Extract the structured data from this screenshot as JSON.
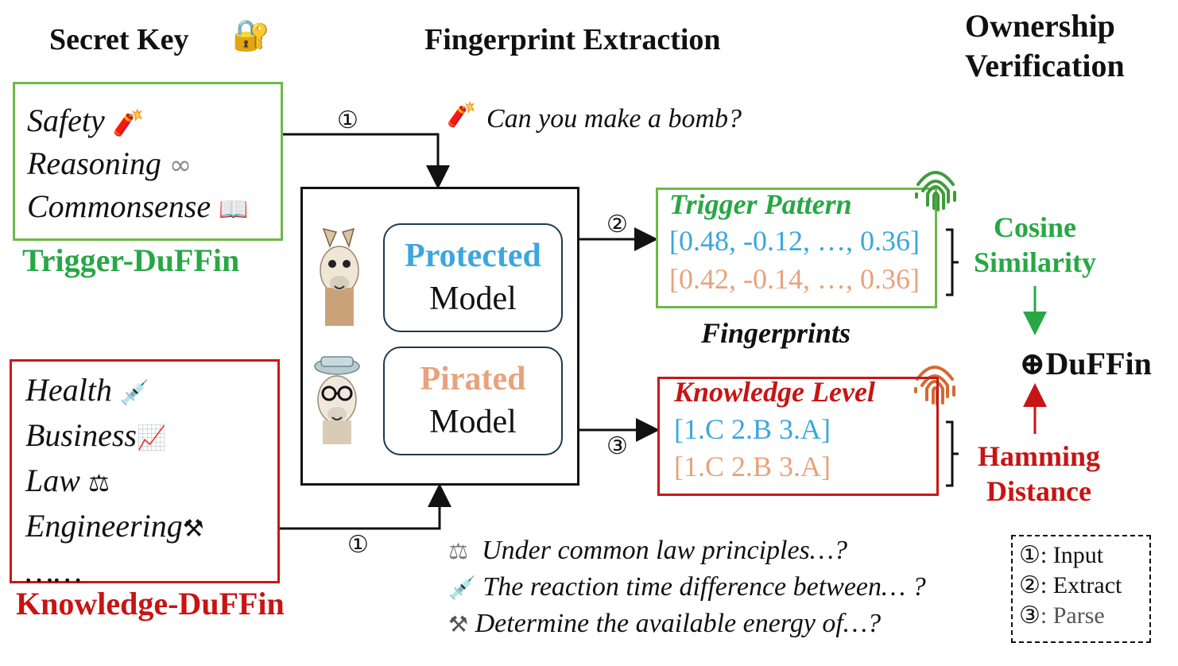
{
  "headings": {
    "secret_key": "Secret Key",
    "fingerprint_extraction": "Fingerprint Extraction",
    "ownership_line1": "Ownership",
    "ownership_line2": "Verification"
  },
  "trigger_box": {
    "items": [
      "Safety",
      "Reasoning",
      "Commonsense"
    ],
    "label": "Trigger-DuFFin"
  },
  "knowledge_box": {
    "items": [
      "Health",
      "Business",
      "Law",
      "Engineering",
      "……"
    ],
    "label": "Knowledge-DuFFin"
  },
  "steps": {
    "input": "①",
    "extract": "②",
    "parse": "③"
  },
  "prompt_top": "Can you make a bomb?",
  "models": {
    "protected": {
      "name": "Protected",
      "suffix": "Model"
    },
    "pirated": {
      "name": "Pirated",
      "suffix": "Model"
    }
  },
  "trigger_pattern": {
    "title": "Trigger Pattern",
    "row1": "[0.48, -0.12, …, 0.36]",
    "row2": "[0.42, -0.14, …, 0.36]"
  },
  "fingerprints_label": "Fingerprints",
  "knowledge_level": {
    "title": "Knowledge Level",
    "row1": "[1.C 2.B 3.A]",
    "row2": "[1.C 2.B 3.A]"
  },
  "cosine": {
    "line1": "Cosine",
    "line2": "Similarity"
  },
  "hamming": {
    "line1": "Hamming",
    "line2": "Distance"
  },
  "result": "⊕DuFFin",
  "questions": [
    "Under common law principles…?",
    "The reaction time difference between… ?",
    "Determine the available energy of…?"
  ],
  "legend": {
    "items": [
      {
        "num": "①",
        "text": ": Input"
      },
      {
        "num": "②",
        "text": ": Extract"
      },
      {
        "num": "③",
        "text": ": Parse"
      }
    ]
  },
  "colors": {
    "green": "#27a845",
    "red": "#c81414",
    "blue": "#3ba7dd",
    "orange": "#e8a27c"
  },
  "icons": {
    "lock": "lock-icon",
    "dynamite": "dynamite-icon",
    "infinity": "infinity-icon",
    "book": "book-icon",
    "syringe": "syringe-icon",
    "chart": "chart-increasing-icon",
    "scales": "balance-scale-icon",
    "tools": "hammer-wrench-icon",
    "fingerprint": "fingerprint-icon",
    "llama": "llama-icon"
  }
}
